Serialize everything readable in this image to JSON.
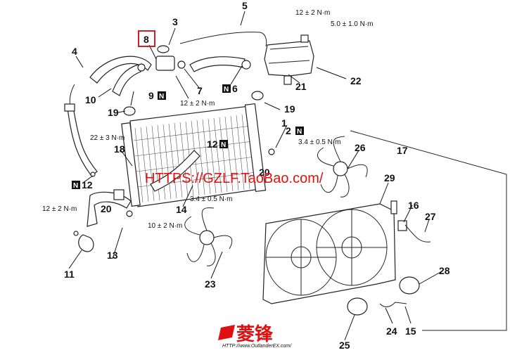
{
  "callouts": {
    "c1": "1",
    "c2": "2",
    "c3": "3",
    "c4": "4",
    "c5": "5",
    "c6": "6",
    "c7": "7",
    "c8": "8",
    "c9": "9",
    "c10": "10",
    "c11": "11",
    "c12a": "12",
    "c12b": "12",
    "c13": "13",
    "c14": "14",
    "c15": "15",
    "c16": "16",
    "c17": "17",
    "c18": "18",
    "c19a": "19",
    "c19b": "19",
    "c20a": "20",
    "c20b": "20",
    "c21": "21",
    "c22": "22",
    "c23": "23",
    "c24": "24",
    "c25": "25",
    "c26": "26",
    "c27": "27",
    "c28": "28",
    "c29": "29"
  },
  "torques": {
    "t_top_res": "12 ± 2 N·m",
    "t_cap": "5.0 ± 1.0 N·m",
    "t_outlet": "12 ± 2 N·m",
    "t_bracket": "22 ± 3 N·m",
    "t_fanmotor_r": "3.4 ± 0.5 N·m",
    "t_fanmotor_l": "3.4 ± 0.5 N·m",
    "t_radiator": "10 ± 2 N·m",
    "t_left": "12 ± 2 N·m"
  },
  "n_badge": "N",
  "watermark": "HTTPS://GZLF.TaoBao.com/",
  "logo_text": "菱锋",
  "logo_url": "HTTP://www.OutlanderEX.com/",
  "colors": {
    "watermark": "#e01010",
    "highlight_box": "#d42020",
    "badge_bg": "#111111"
  }
}
